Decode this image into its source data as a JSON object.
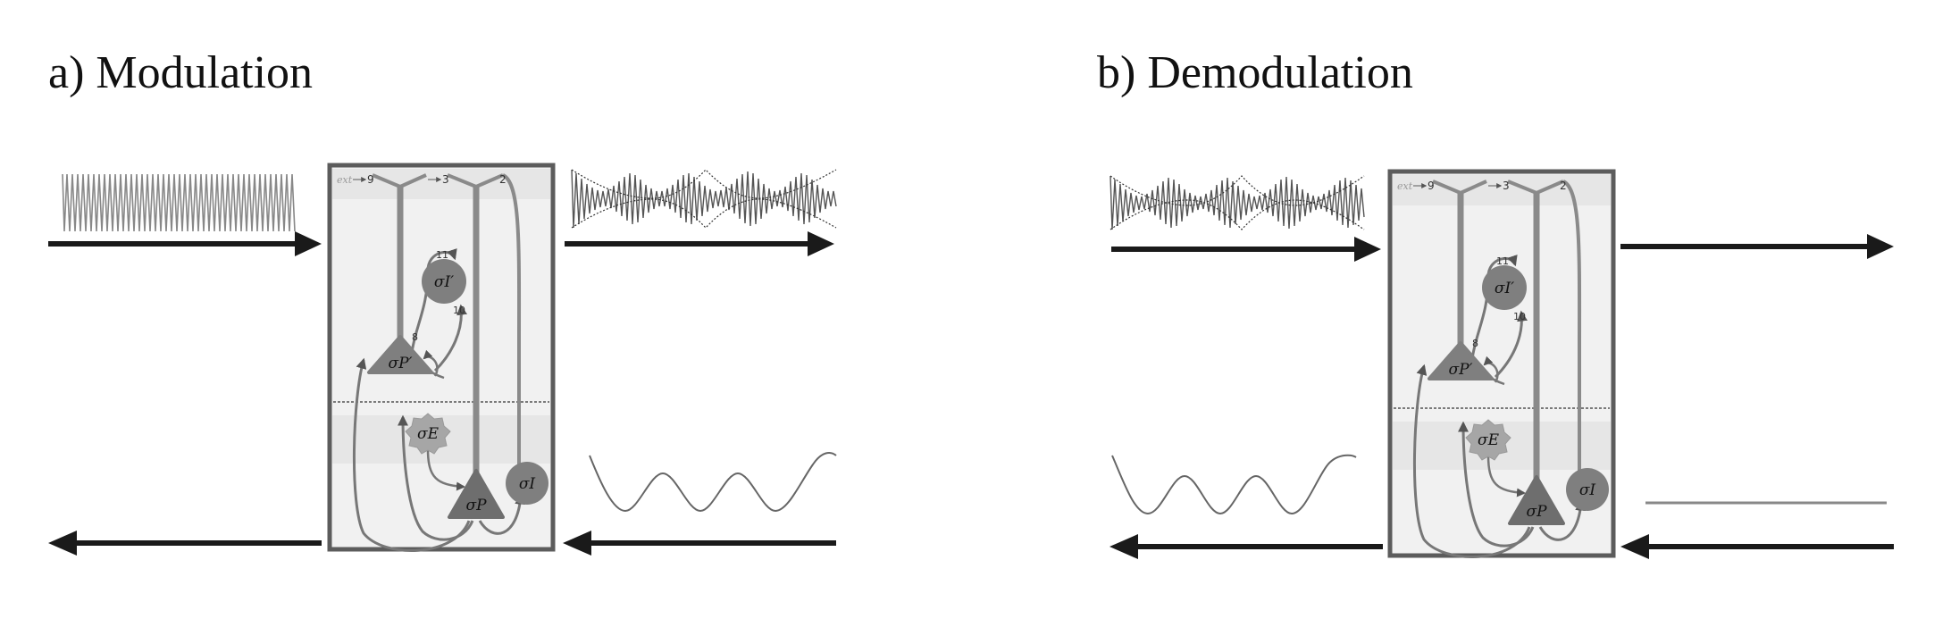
{
  "panels": {
    "a": {
      "title": "a) Modulation"
    },
    "b": {
      "title": "b) Demodulation"
    }
  },
  "circuit": {
    "ext_label": "ext",
    "synapse_labels": [
      "9",
      "3",
      "2",
      "11",
      "10",
      "8"
    ],
    "neurons": {
      "p_prime": "σP′",
      "i_prime": "σI′",
      "e": "σE",
      "p": "σP",
      "i": "σI"
    }
  },
  "colors": {
    "arrow": "#1a1a1a",
    "box_border": "#5c5c5c",
    "box_fill": "#f1f1f1",
    "band_fill": "#e5e5e5",
    "neuron": "#7f7f7f",
    "dendrite": "#8a8a8a",
    "wave": "#555555"
  },
  "icons": [
    "right-arrow-icon",
    "left-arrow-icon",
    "carrier-wave-icon",
    "am-wave-icon",
    "sine-wave-icon",
    "flat-line-icon"
  ]
}
